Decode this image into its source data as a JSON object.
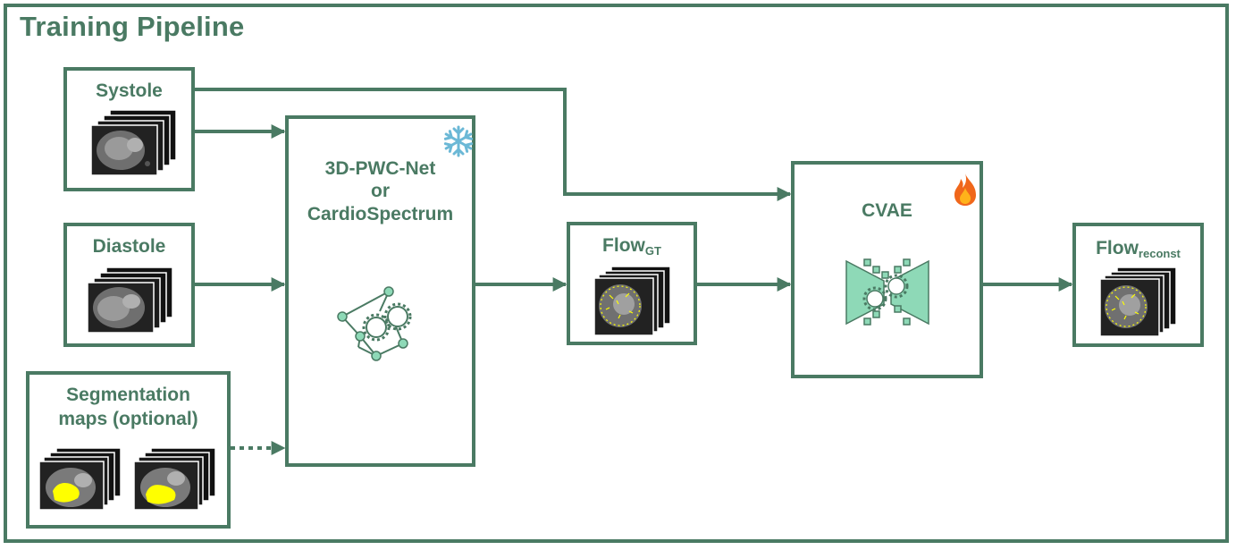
{
  "title": "Training Pipeline",
  "inputs": {
    "systole": "Systole",
    "diastole": "Diastole",
    "segmentation_line1": "Segmentation",
    "segmentation_line2": "maps (optional)"
  },
  "flow_model": {
    "line1": "3D-PWC-Net",
    "line2": "or",
    "line3": "CardioSpectrum",
    "status_icon": "snowflake-icon"
  },
  "flow_gt": {
    "label": "Flow",
    "subscript": "GT"
  },
  "cvae": {
    "label": "CVAE",
    "status_icon": "flame-icon"
  },
  "flow_reconst": {
    "label": "Flow",
    "subscript": "reconst"
  },
  "colors": {
    "border": "#4a7a63",
    "network_green": "#8ed9b7",
    "snowflake": "#6bb8d6",
    "flame": "#f0671b",
    "segmentation": "#ffff00"
  }
}
